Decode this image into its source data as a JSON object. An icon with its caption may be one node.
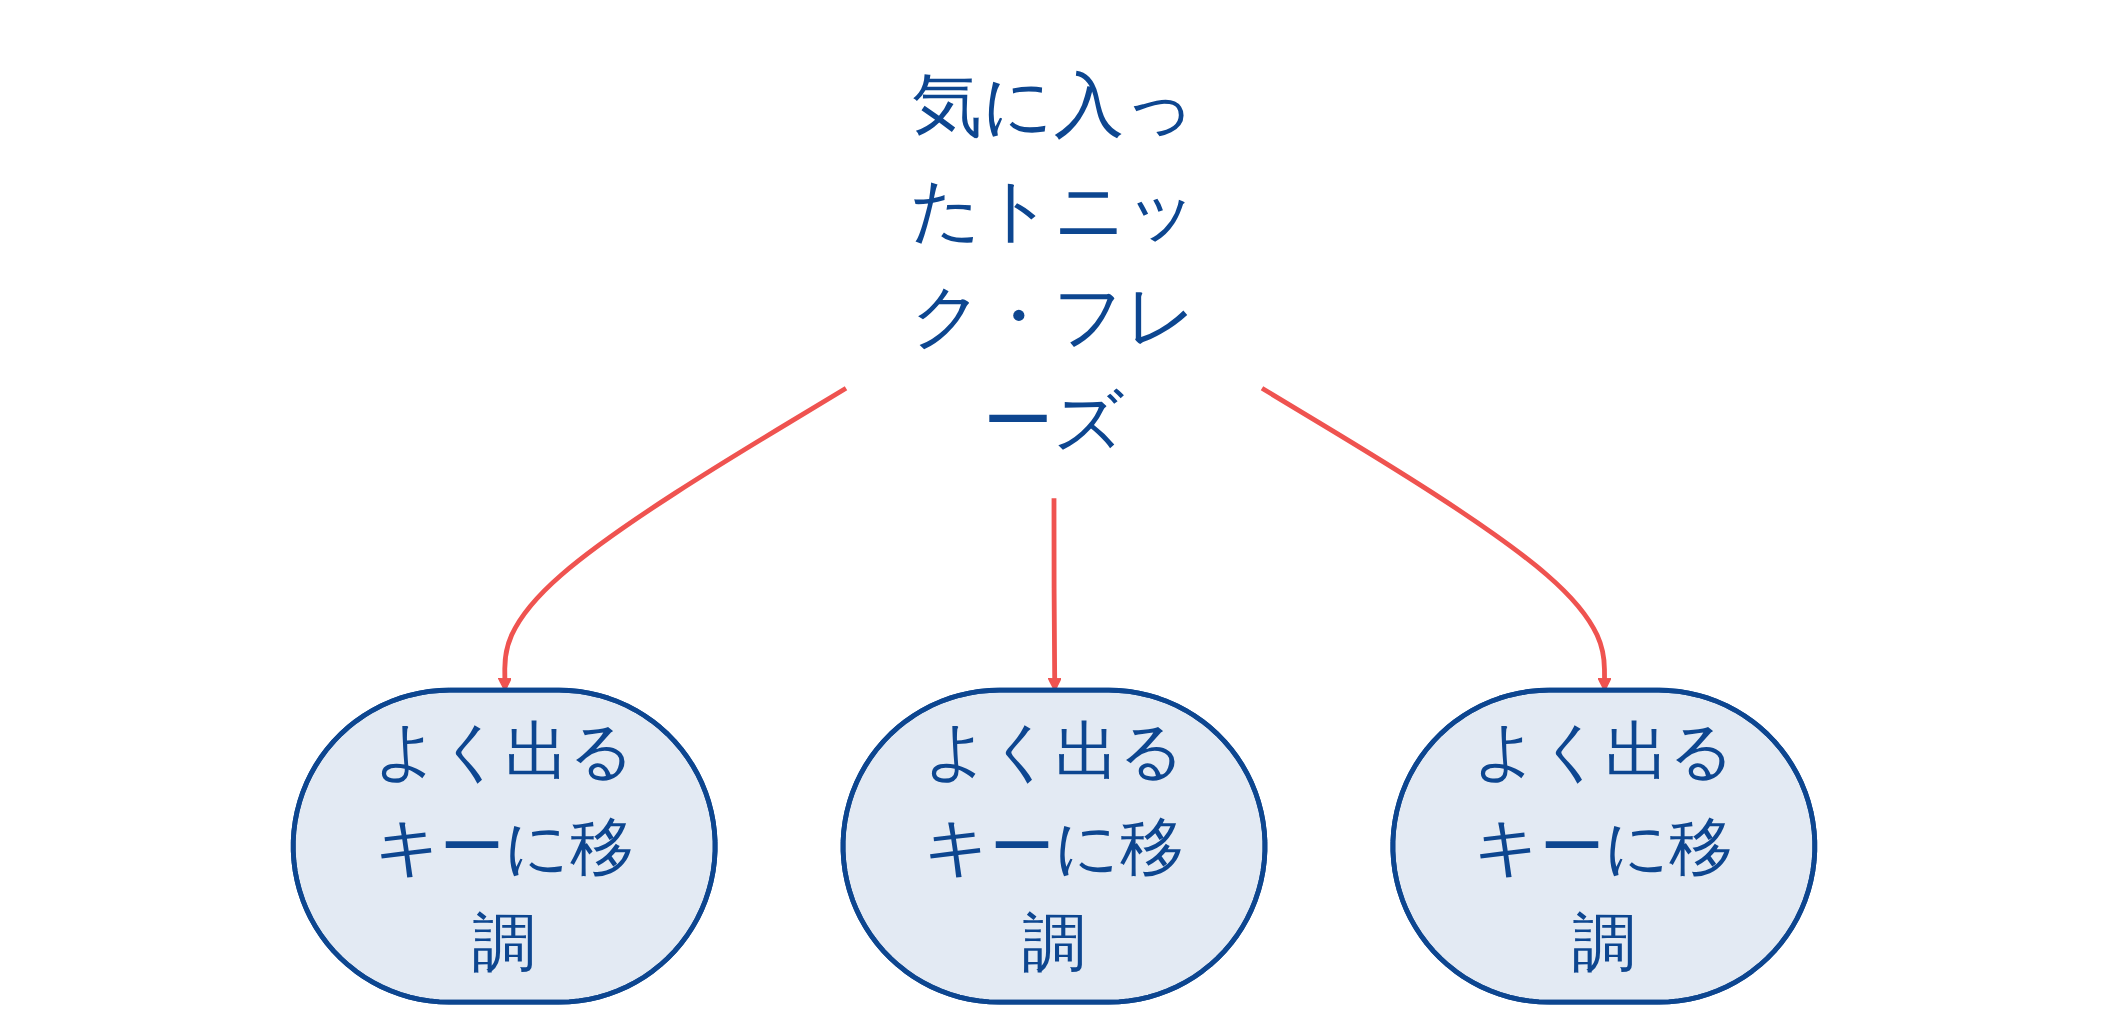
{
  "diagram": {
    "nodes": [
      {
        "text": [
          "気に入ったトニック・フレーズ"
        ]
      },
      {
        "text": [
          "よく出るキーに移調"
        ]
      },
      {
        "text": [
          "よく出るキーに移調"
        ]
      },
      {
        "text": [
          "よく出るキーに移調"
        ]
      }
    ],
    "edges": [
      {
        "from": 0,
        "to": 1,
        "arrow": "to"
      },
      {
        "from": 0,
        "to": 2,
        "arrow": "to"
      },
      {
        "from": 0,
        "to": 3,
        "arrow": "to"
      }
    ]
  }
}
